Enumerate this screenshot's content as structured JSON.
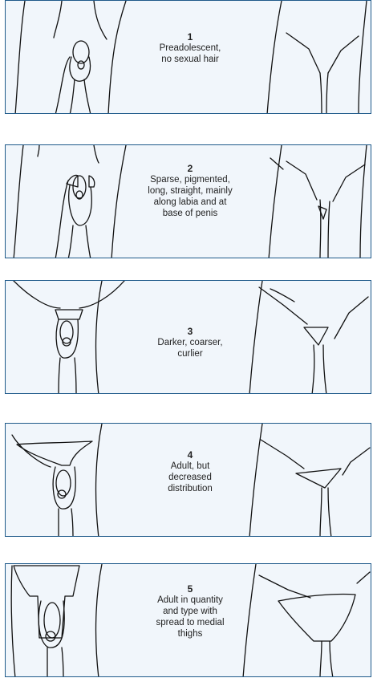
{
  "colors": {
    "border": "#1f5a8a",
    "panel_bg": "#f1f6fb",
    "hair": "#9a9a9a",
    "line": "#111111"
  },
  "stages": [
    {
      "number": "1",
      "description": "Preadolescent,\nno sexual hair"
    },
    {
      "number": "2",
      "description": "Sparse, pigmented,\nlong, straight, mainly\nalong labia and at\nbase of penis"
    },
    {
      "number": "3",
      "description": "Darker, coarser,\ncurlier"
    },
    {
      "number": "4",
      "description": "Adult, but\ndecreased\ndistribution"
    },
    {
      "number": "5",
      "description": "Adult in quantity\nand type with\nspread to medial\nthighs"
    }
  ]
}
